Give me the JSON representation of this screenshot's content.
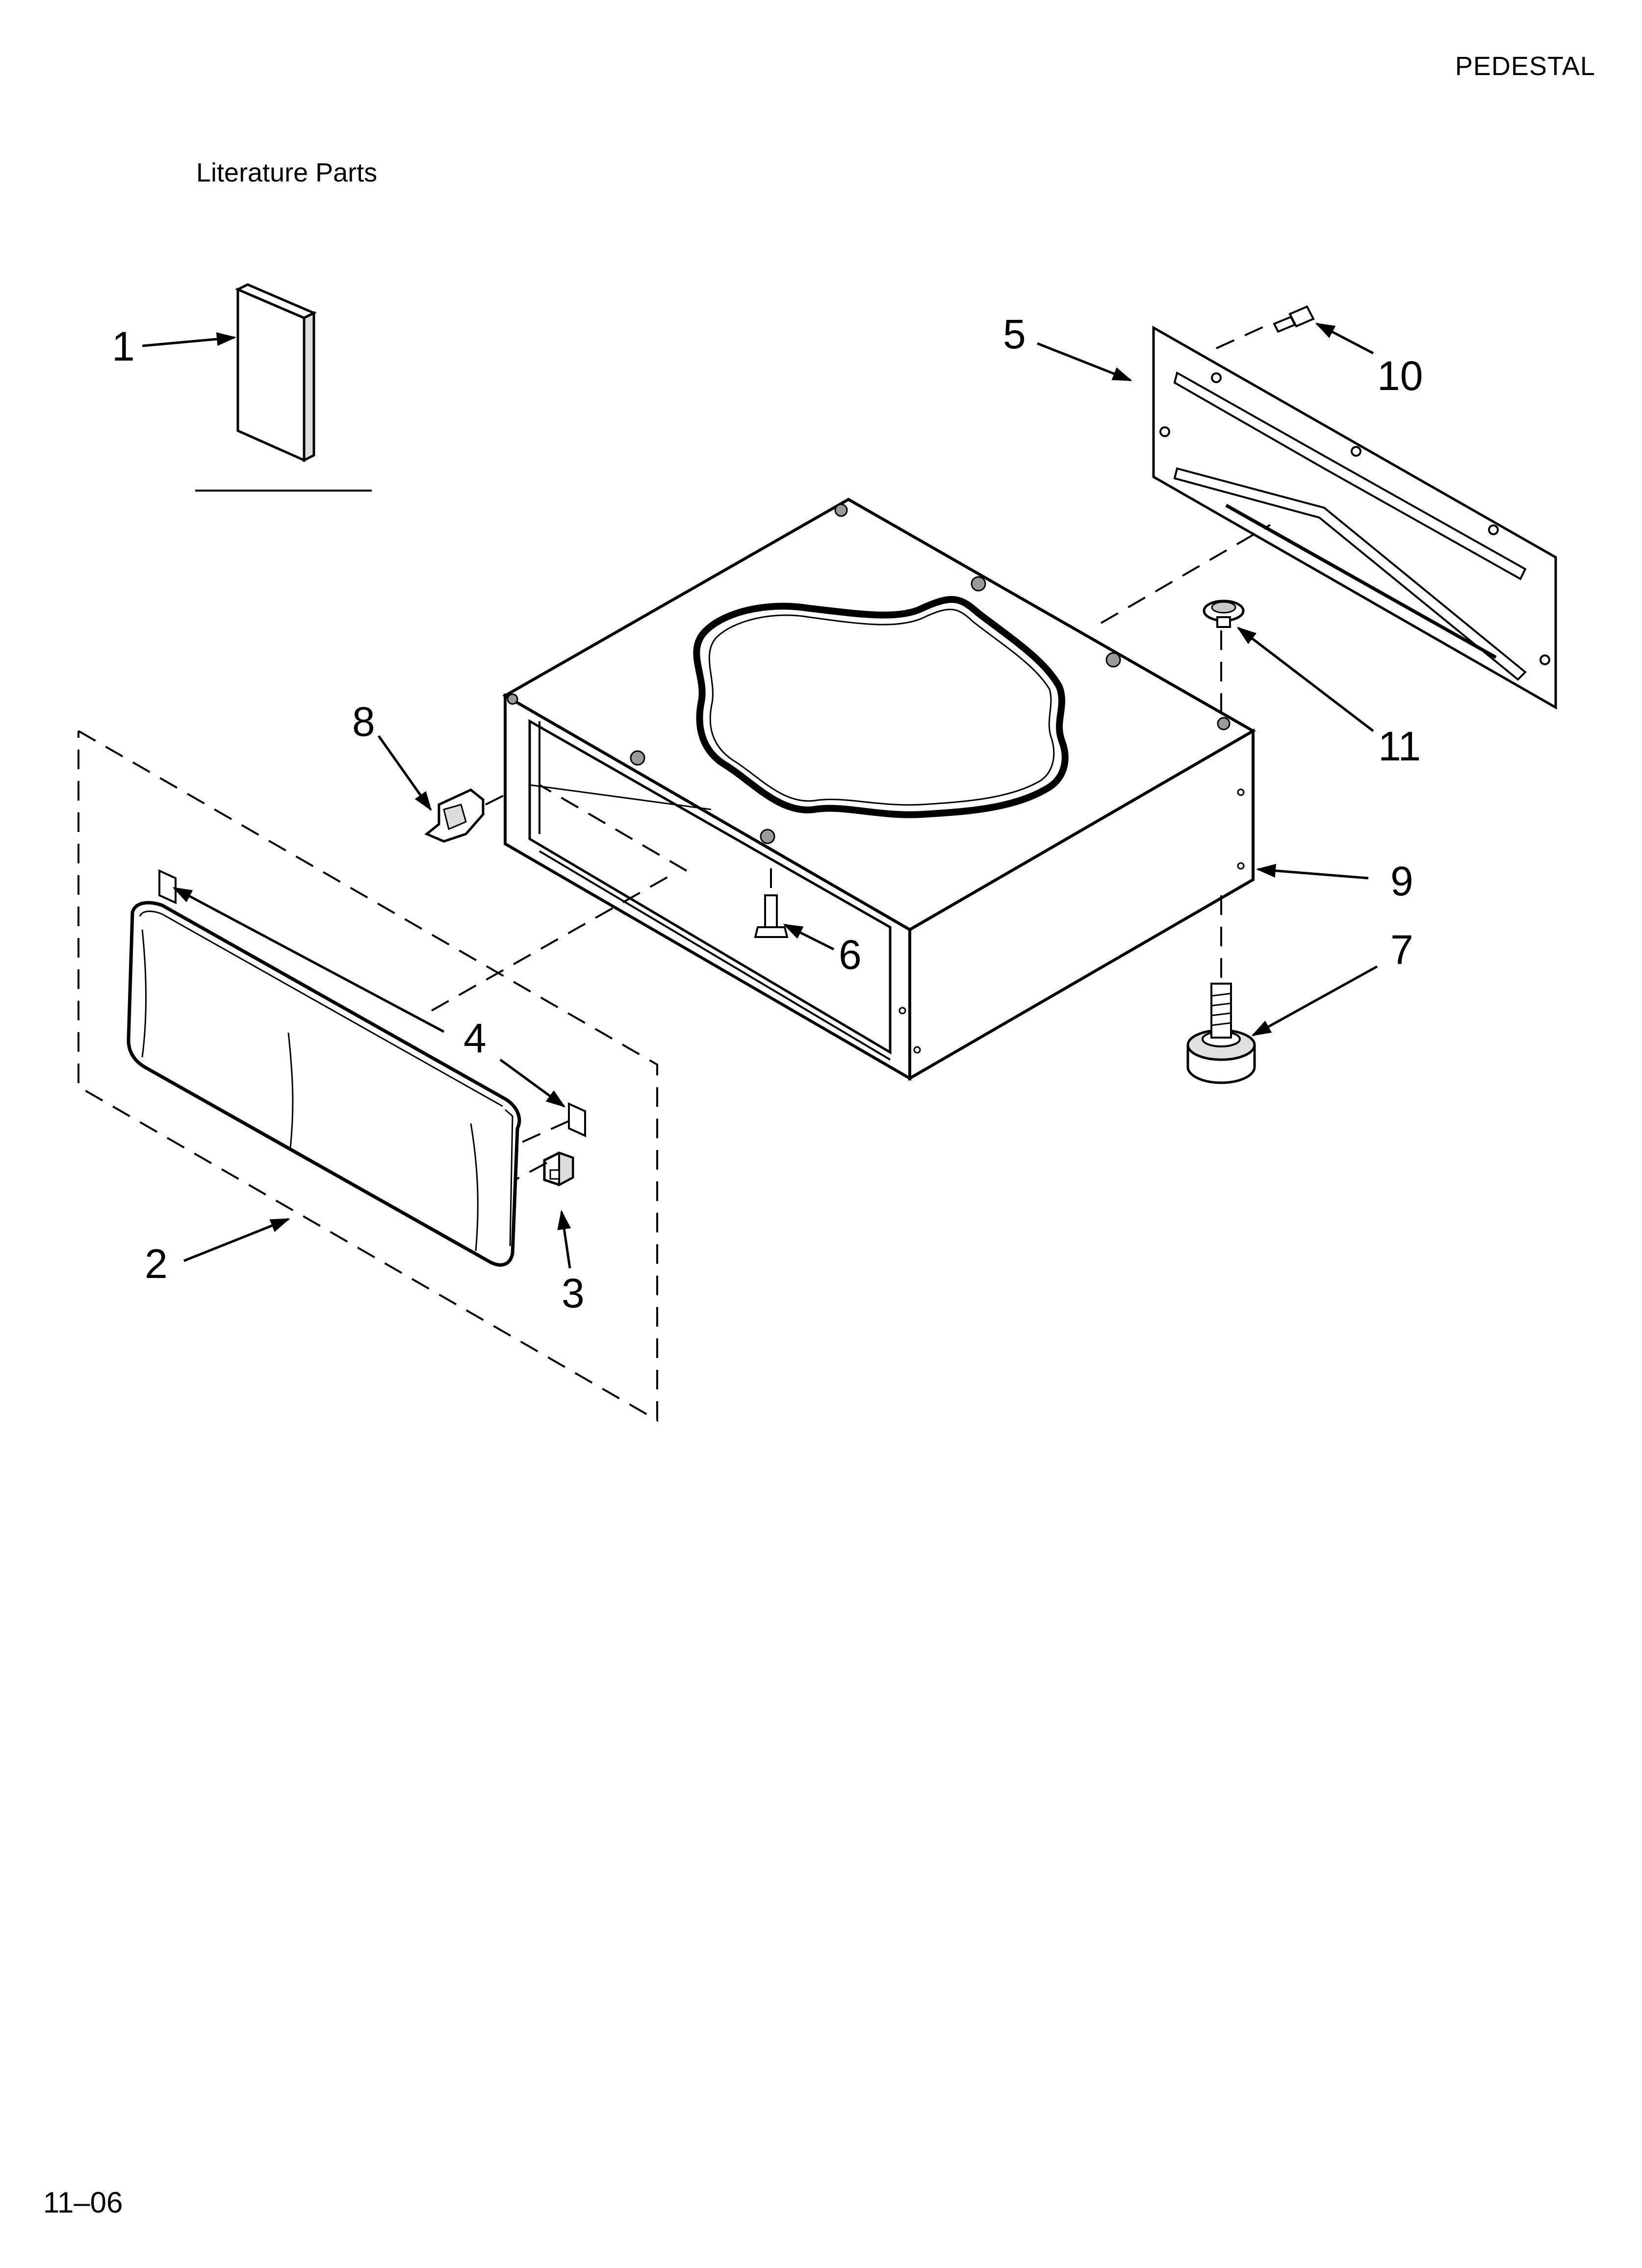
{
  "page": {
    "title": "PEDESTAL",
    "footer_code": "11–06"
  },
  "callouts": {
    "c1": "1",
    "c2": "2",
    "c3": "3",
    "c4": "4",
    "c5": "5",
    "c6": "6",
    "c7": "7",
    "c8": "8",
    "c9": "9",
    "c10": "10",
    "c11": "11"
  },
  "literature": {
    "label": "Literature Parts"
  }
}
